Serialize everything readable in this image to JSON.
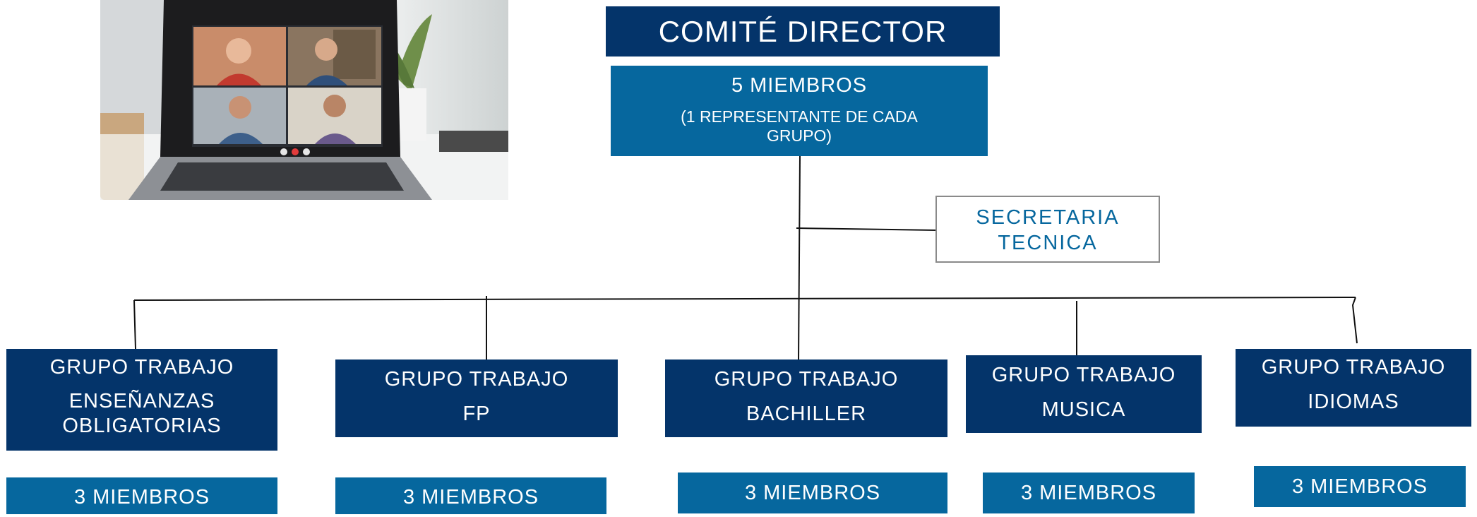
{
  "committee": {
    "title": "COMITÉ DIRECTOR",
    "members": "5 MIEMBROS",
    "members_note": "(1 REPRESENTANTE DE CADA GRUPO)"
  },
  "secretariat": {
    "line1": "SECRETARIA",
    "line2": "TECNICA"
  },
  "groups": [
    {
      "line1": "GRUPO TRABAJO",
      "line2": "ENSEÑANZAS",
      "line3": "OBLIGATORIAS",
      "members": "3 MIEMBROS"
    },
    {
      "line1": "GRUPO TRABAJO",
      "line2": "FP",
      "members": "3 MIEMBROS"
    },
    {
      "line1": "GRUPO TRABAJO",
      "line2": "BACHILLER",
      "members": "3 MIEMBROS"
    },
    {
      "line1": "GRUPO TRABAJO",
      "line2": "MUSICA",
      "members": "3 MIEMBROS"
    },
    {
      "line1": "GRUPO TRABAJO",
      "line2": "IDIOMAS",
      "members": "3 MIEMBROS"
    }
  ],
  "colors": {
    "navy": "#04346a",
    "steel_blue": "#06679e",
    "connector": "#111111",
    "secretariat_border": "#8a8a8a"
  }
}
